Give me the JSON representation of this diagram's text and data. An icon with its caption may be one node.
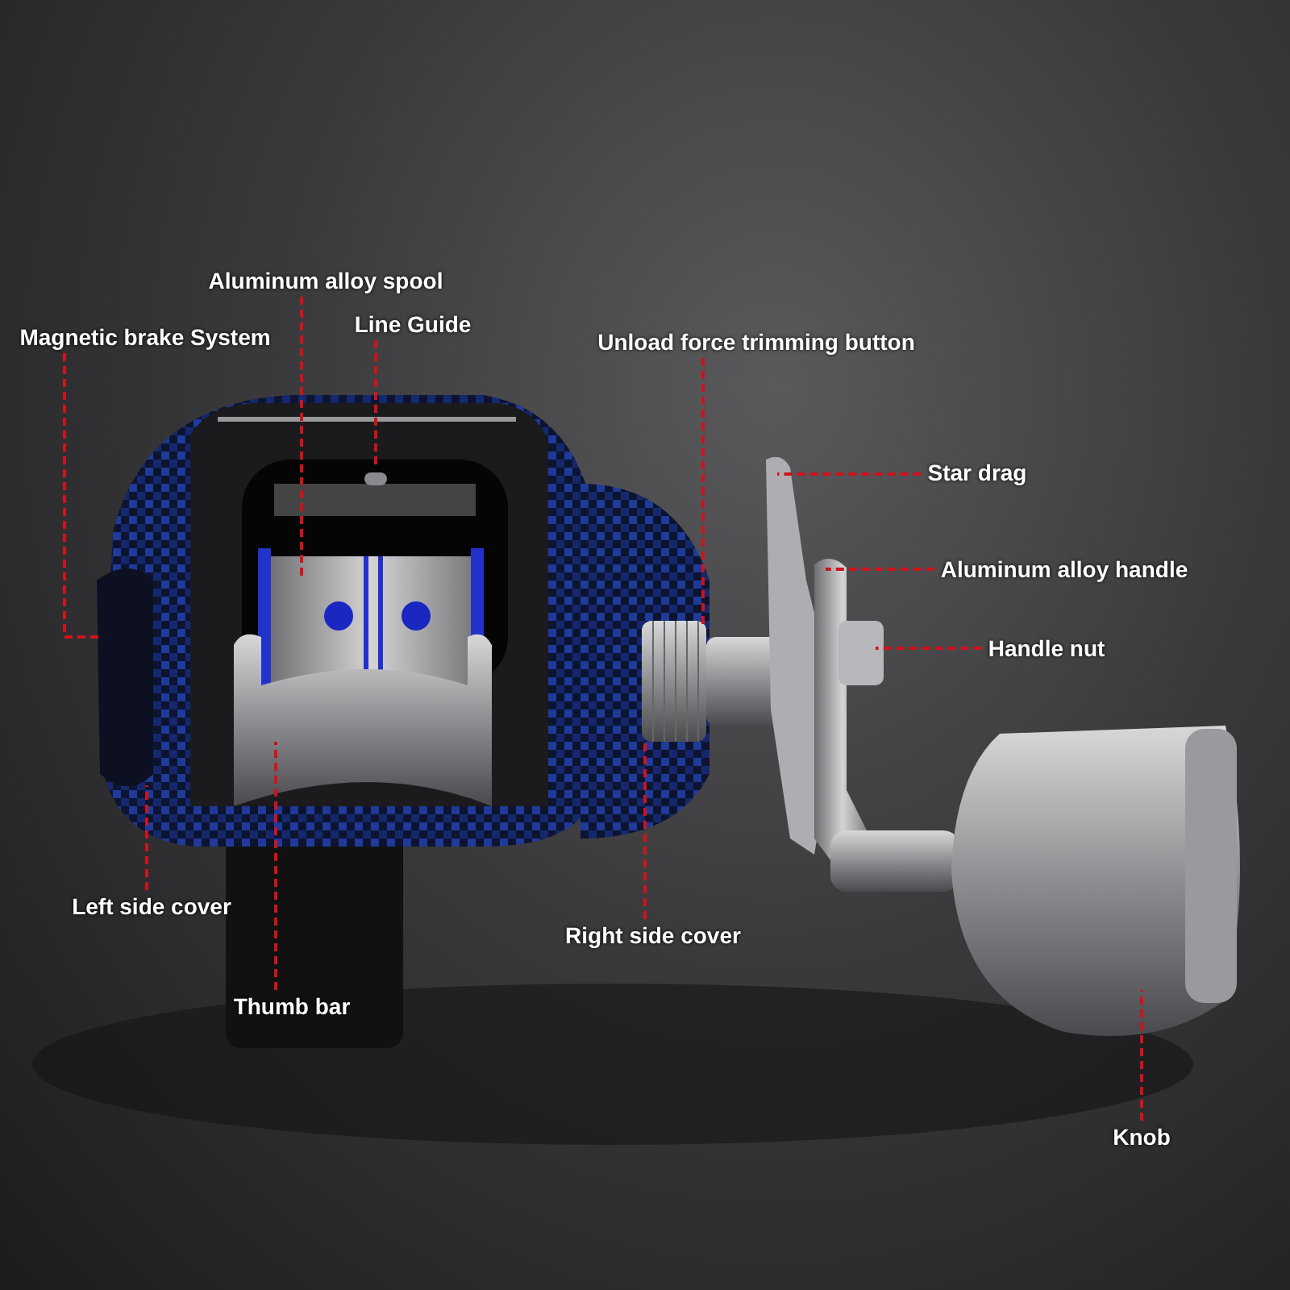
{
  "diagram": {
    "nodes": [
      {
        "text": [
          "Aluminum alloy spool"
        ]
      },
      {
        "text": [
          "Magnetic brake System"
        ]
      },
      {
        "text": [
          "Line Guide"
        ]
      },
      {
        "text": [
          "Unload force trimming button"
        ]
      },
      {
        "text": [
          "Star drag"
        ]
      },
      {
        "text": [
          "Aluminum alloy handle"
        ]
      },
      {
        "text": [
          "Handle nut"
        ]
      },
      {
        "text": [
          "Left side cover"
        ]
      },
      {
        "text": [
          "Right side cover"
        ]
      },
      {
        "text": [
          "Thumb bar"
        ]
      },
      {
        "text": [
          "Knob"
        ]
      }
    ],
    "edges": [
      {
        "from": 0,
        "to": null,
        "arrow": "none",
        "style": "dashed"
      },
      {
        "from": 1,
        "to": null,
        "arrow": "none",
        "style": "dashed"
      },
      {
        "from": 2,
        "to": null,
        "arrow": "none",
        "style": "dashed"
      },
      {
        "from": 3,
        "to": null,
        "arrow": "none",
        "style": "dashed"
      },
      {
        "from": 4,
        "to": null,
        "arrow": "none",
        "style": "dashed"
      },
      {
        "from": 5,
        "to": null,
        "arrow": "none",
        "style": "dashed"
      },
      {
        "from": 6,
        "to": null,
        "arrow": "none",
        "style": "dashed"
      },
      {
        "from": 7,
        "to": null,
        "arrow": "none",
        "style": "dashed"
      },
      {
        "from": 8,
        "to": null,
        "arrow": "none",
        "style": "dashed"
      },
      {
        "from": 9,
        "to": null,
        "arrow": "none",
        "style": "dashed"
      },
      {
        "from": 10,
        "to": null,
        "arrow": "none",
        "style": "dashed"
      }
    ]
  }
}
